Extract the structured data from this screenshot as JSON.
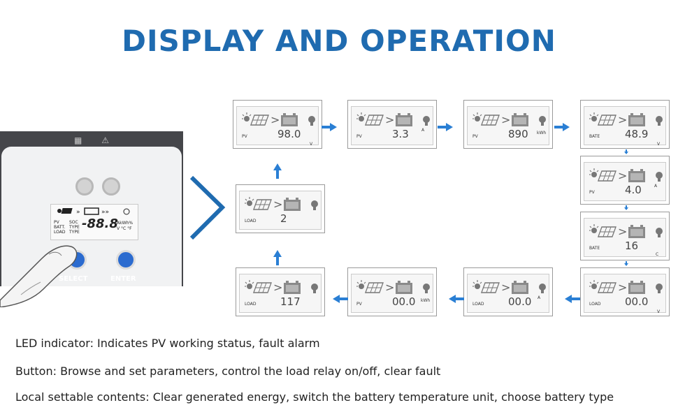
{
  "title": "DISPLAY AND OPERATION",
  "device": {
    "lcd_left_labels": [
      "PV",
      "BATT.",
      "LOAD"
    ],
    "lcd_mid_labels": [
      "SOC",
      "TYPE",
      "TYPE"
    ],
    "lcd_value": "-88.8",
    "lcd_units_1": "AkWh%",
    "lcd_units_2": "V °C °F",
    "select_label": "SELECT",
    "enter_label": "ENTER",
    "top_icons": [
      "solar-panel-icon",
      "warning-icon"
    ]
  },
  "panels": [
    {
      "id": "p1",
      "label": "PV",
      "value": "98.0",
      "unit": "V"
    },
    {
      "id": "p2",
      "label": "PV",
      "value": "3.3",
      "unit": "A"
    },
    {
      "id": "p3",
      "label": "PV",
      "value": "890",
      "unit": "kWh"
    },
    {
      "id": "p4",
      "label": "BATE",
      "value": "48.9",
      "unit": "V"
    },
    {
      "id": "p5",
      "label": "PV",
      "value": "4.0",
      "unit": "A"
    },
    {
      "id": "p6",
      "label": "BATE",
      "value": "16",
      "unit": "C"
    },
    {
      "id": "p7",
      "label": "LOAD",
      "value": "00.0",
      "unit": "V"
    },
    {
      "id": "p8",
      "label": "LOAD",
      "value": "00.0",
      "unit": "A"
    },
    {
      "id": "p9",
      "label": "PV",
      "value": "00.0",
      "unit": "kWh"
    },
    {
      "id": "p10",
      "label": "LOAD",
      "value": "117",
      "unit": ""
    },
    {
      "id": "p11",
      "label": "LOAD",
      "value": "2",
      "unit": ""
    }
  ],
  "info": {
    "led": "LED indicator: Indicates PV working status, fault alarm",
    "button": "Button: Browse and set parameters, control the load relay on/off, clear fault",
    "local": "Local settable contents: Clear generated energy, switch the battery temperature unit, choose battery type"
  },
  "colors": {
    "title": "#1f6bb0",
    "arrow": "#2a7fd4",
    "device": "#45464a",
    "button": "#2b6bcf"
  }
}
